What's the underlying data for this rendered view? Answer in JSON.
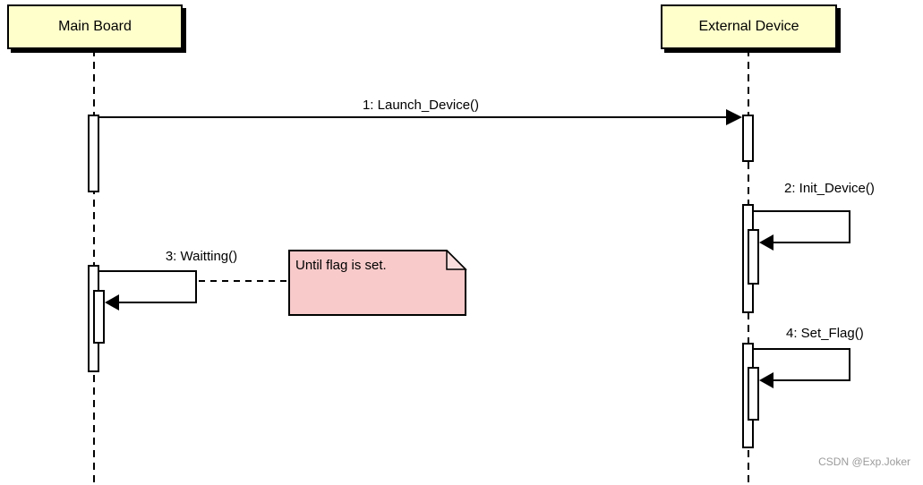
{
  "diagram": {
    "type": "uml-sequence-diagram",
    "actors": [
      {
        "name": "Main Board"
      },
      {
        "name": "External Device"
      }
    ],
    "messages": [
      {
        "seq": 1,
        "label": "1: Launch_Device()",
        "from": "Main Board",
        "to": "External Device",
        "kind": "call"
      },
      {
        "seq": 2,
        "label": "2: Init_Device()",
        "from": "External Device",
        "to": "External Device",
        "kind": "self-call"
      },
      {
        "seq": 3,
        "label": "3: Waitting()",
        "from": "Main Board",
        "to": "Main Board",
        "kind": "self-call"
      },
      {
        "seq": 4,
        "label": "4: Set_Flag()",
        "from": "External Device",
        "to": "External Device",
        "kind": "self-call"
      }
    ],
    "note": {
      "text": "Until flag is set.",
      "attached_to": "3: Waitting()"
    },
    "watermark": "CSDN @Exp.Joker",
    "colors": {
      "actor_fill": "#ffffcc",
      "note_fill": "#f8caca",
      "note_fold_fill": "#fadede",
      "line": "#000000",
      "watermark_text": "#9b9b9b"
    }
  }
}
